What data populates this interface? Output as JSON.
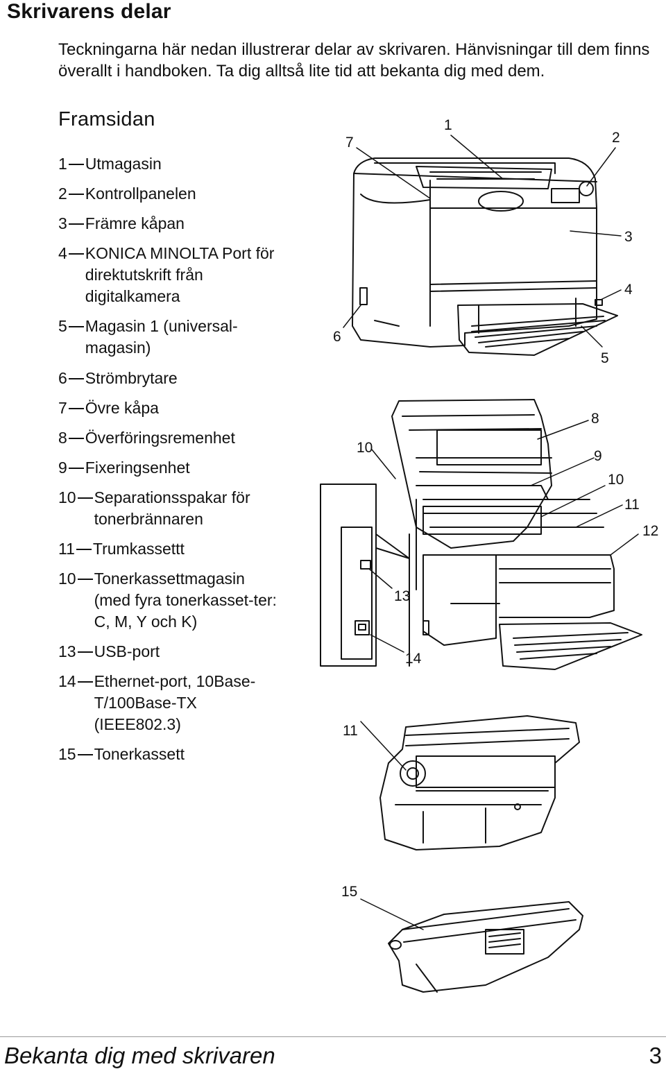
{
  "heading": "Skrivarens delar",
  "intro": "Teckningarna här nedan illustrerar delar av skrivaren. Hänvisningar till dem finns överallt i handboken. Ta dig alltså lite tid att bekanta dig med dem.",
  "subheading": "Framsidan",
  "parts": [
    {
      "num": "1",
      "label": "Utmagasin"
    },
    {
      "num": "2",
      "label": "Kontrollpanelen"
    },
    {
      "num": "3",
      "label": "Främre kåpan"
    },
    {
      "num": "4",
      "label": "KONICA MINOLTA Port för direktutskrift från digitalkamera"
    },
    {
      "num": "5",
      "label": "Magasin 1 (universal-magasin)"
    },
    {
      "num": "6",
      "label": "Strömbrytare"
    },
    {
      "num": "7",
      "label": "Övre kåpa"
    },
    {
      "num": "8",
      "label": "Överföringsremenhet"
    },
    {
      "num": "9",
      "label": "Fixeringsenhet"
    },
    {
      "num": "10",
      "label": "Separationsspakar för tonerbrännaren"
    },
    {
      "num": "11",
      "label": "Trumkassettt"
    },
    {
      "num": "10",
      "label": "Tonerkassettmagasin (med fyra tonerkasset-ter: C, M, Y och K)"
    },
    {
      "num": "13",
      "label": "USB-port"
    },
    {
      "num": "14",
      "label": "Ethernet-port, 10Base-T/100Base-TX (IEEE802.3)"
    },
    {
      "num": "15",
      "label": "Tonerkassett"
    }
  ],
  "callouts": {
    "c1": "1",
    "c2": "2",
    "c3": "3",
    "c4": "4",
    "c5": "5",
    "c6": "6",
    "c7": "7",
    "c8": "8",
    "c9": "9",
    "c10a": "10",
    "c10b": "10",
    "c11a": "11",
    "c12": "12",
    "c13": "13",
    "c14": "14",
    "c11b": "11",
    "c15": "15"
  },
  "footer": {
    "left": "Bekanta dig med skrivaren",
    "page": "3"
  }
}
